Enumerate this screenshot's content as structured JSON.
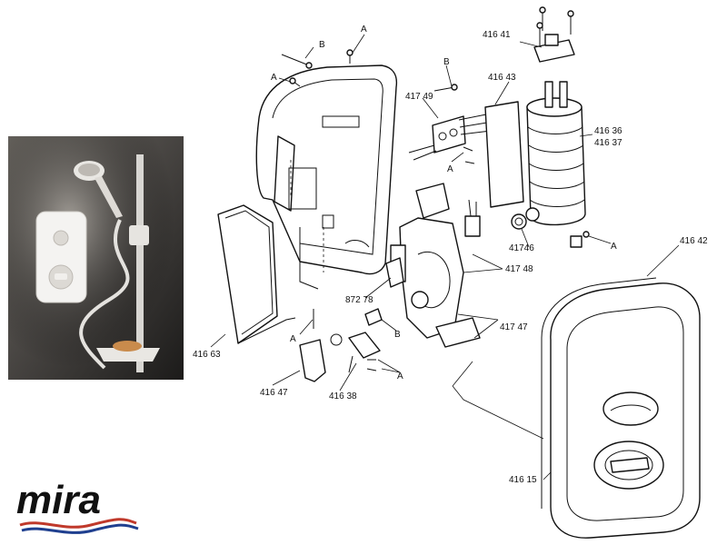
{
  "brand": {
    "logo_text": "mira",
    "wave_colors": [
      "#c0392b",
      "#1f3f8f"
    ]
  },
  "labels": {
    "p41641": "416 41",
    "p41643": "416 43",
    "p41749": "417 49",
    "p41636": "416 36",
    "p41637": "416 37",
    "p41746": "41746",
    "p41748": "417 48",
    "p87278": "872 78",
    "p41747": "417 47",
    "p41642": "416 42",
    "p41663": "416 63",
    "p41647": "416 47",
    "p41638": "416 38",
    "p41615": "416 15",
    "fastener_a": "A",
    "fastener_b": "B"
  },
  "photo": {
    "subject": "installed electric shower unit with riser rail and handset"
  }
}
